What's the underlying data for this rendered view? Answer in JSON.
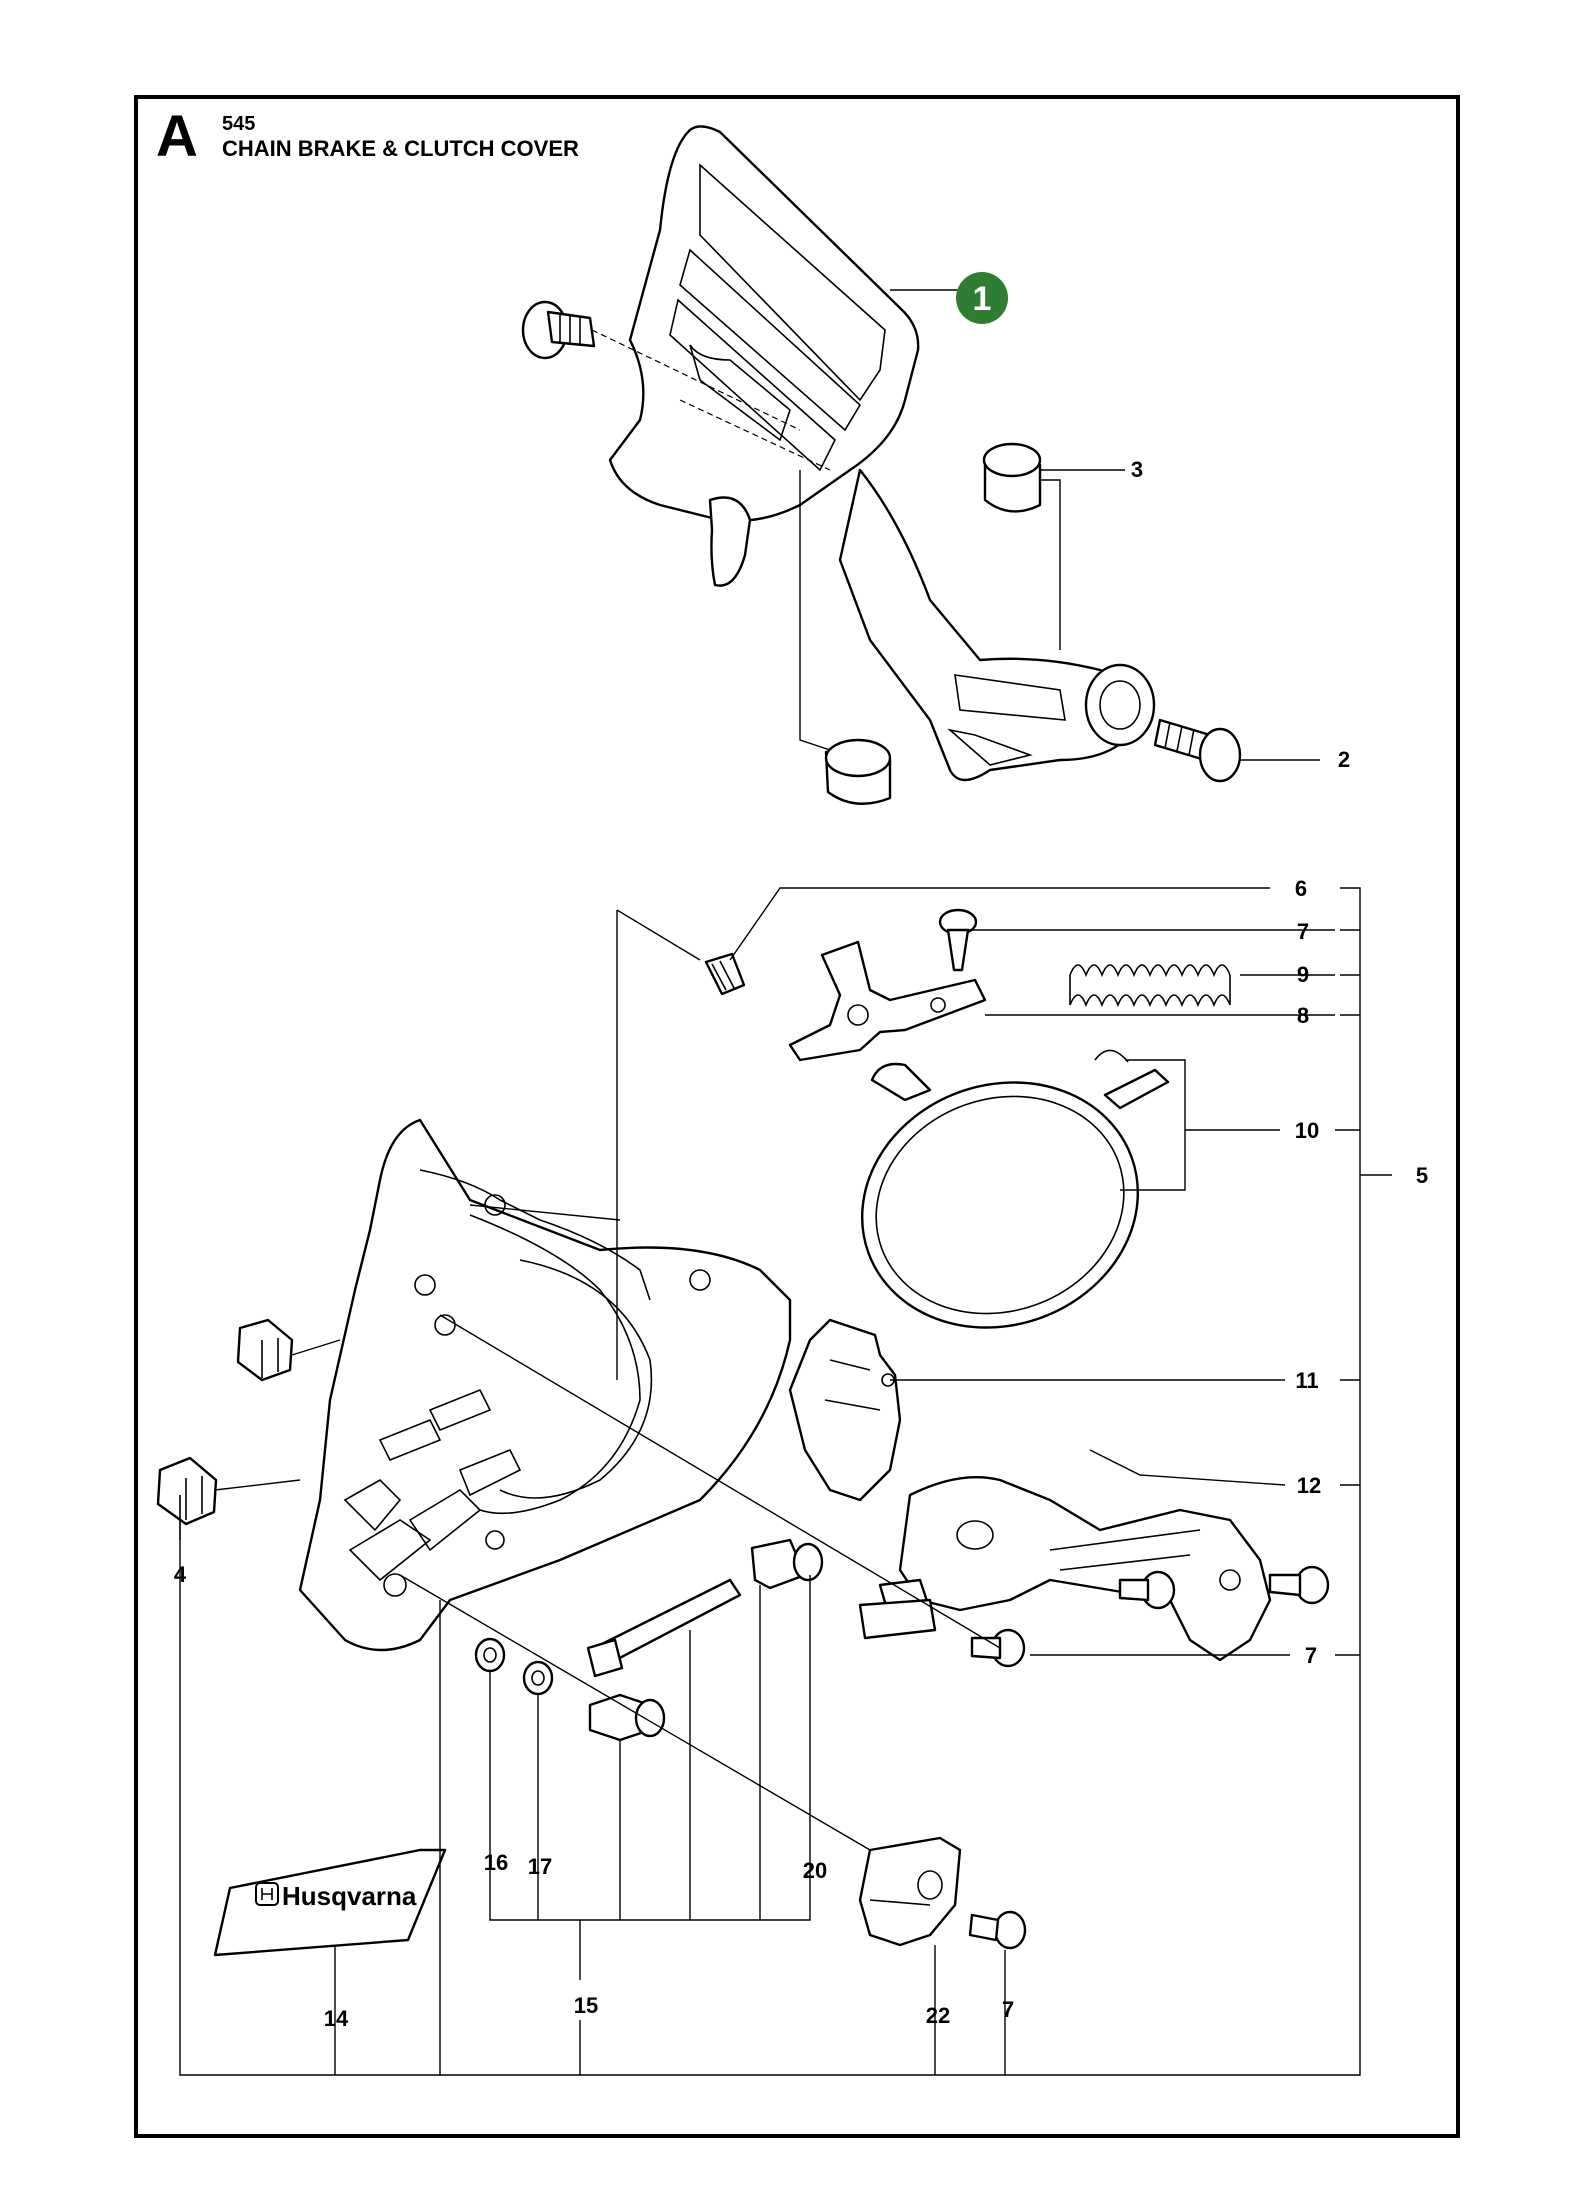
{
  "header": {
    "section_letter": "A",
    "model": "545",
    "title": "CHAIN BRAKE & CLUTCH COVER"
  },
  "callout": {
    "number": "1",
    "color": "#2e7d32"
  },
  "part_labels": {
    "p2": "2",
    "p3": "3",
    "p4": "4",
    "p5": "5",
    "p6": "6",
    "p7a": "7",
    "p7b": "7",
    "p7c": "7",
    "p8": "8",
    "p9": "9",
    "p10": "10",
    "p11": "11",
    "p12": "12",
    "p14": "14",
    "p15": "15",
    "p16": "16",
    "p17": "17",
    "p20": "20",
    "p22": "22"
  },
  "decal": {
    "brand_text": "Husqvarna"
  }
}
